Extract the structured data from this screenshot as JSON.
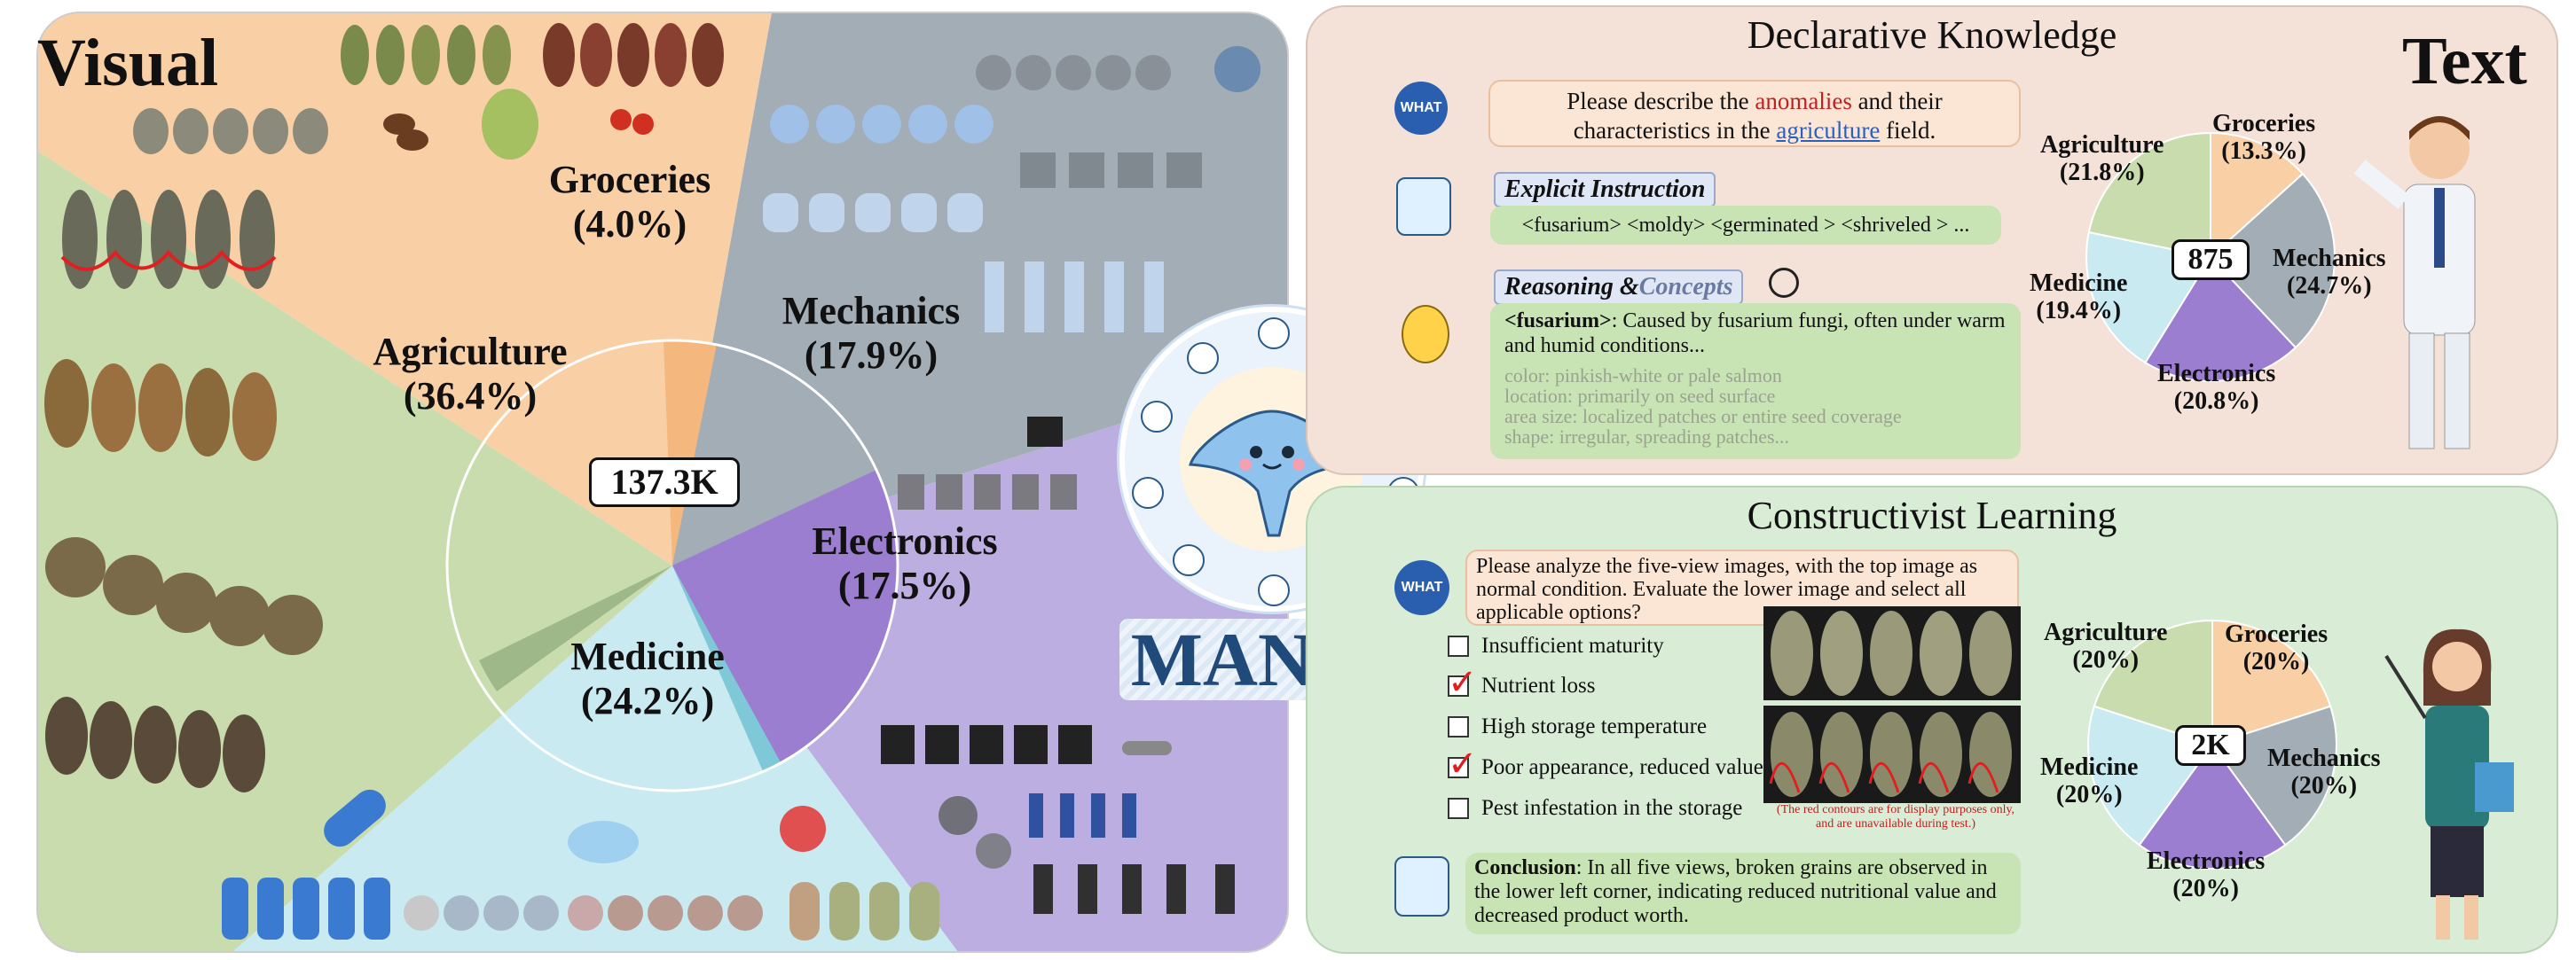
{
  "visual": {
    "title": "Visual",
    "center_label": "137.3K",
    "colors": {
      "agriculture": "#c9dcad",
      "groceries": "#f9cfa6",
      "mechanics": "#a2adb6",
      "electronics": "#bcaee0",
      "medicine": "#c8eaf0",
      "electronics_inner": "#9b7ed0"
    },
    "sectors": [
      {
        "name": "Agriculture",
        "pct": "(36.4%)"
      },
      {
        "name": "Groceries",
        "pct": "(4.0%)"
      },
      {
        "name": "Mechanics",
        "pct": "(17.9%)"
      },
      {
        "name": "Electronics",
        "pct": "(17.5%)"
      },
      {
        "name": "Medicine",
        "pct": "(24.2%)"
      }
    ]
  },
  "brand": {
    "name": "MANTA"
  },
  "text_section": {
    "title": "Text",
    "declarative": {
      "title": "Declarative Knowledge",
      "what_badge": "WHAT",
      "question_pre": "Please describe the ",
      "question_anomalies": "anomalies",
      "question_mid": " and their characteristics in the ",
      "question_field": "agriculture",
      "question_post": " field.",
      "explicit_tag": "Explicit Instruction",
      "explicit_text": "<fusarium>  <moldy> <germinated >  <shriveled > ...",
      "reasoning_tag_a": "Reasoning &",
      "reasoning_tag_b": "Concepts",
      "reasoning_term": "<fusarium>",
      "reasoning_text": ": Caused by fusarium fungi, often under warm and humid conditions...",
      "details": [
        "color: pinkish-white or pale salmon",
        "location: primarily on seed surface",
        "area size: localized patches or entire seed coverage",
        "shape:  irregular, spreading patches..."
      ],
      "center_label": "875",
      "pie": [
        {
          "name": "Agriculture",
          "pct": "(21.8%)",
          "value": 21.8,
          "color": "#c9dcad"
        },
        {
          "name": "Groceries",
          "pct": "(13.3%)",
          "value": 13.3,
          "color": "#f9cfa6"
        },
        {
          "name": "Mechanics",
          "pct": "(24.7%)",
          "value": 24.7,
          "color": "#a2adb6"
        },
        {
          "name": "Electronics",
          "pct": "(20.8%)",
          "value": 20.8,
          "color": "#9b7ed0"
        },
        {
          "name": "Medicine",
          "pct": "(19.4%)",
          "value": 19.4,
          "color": "#c8eaf0"
        }
      ]
    },
    "constructivist": {
      "title": "Constructivist Learning",
      "what_badge": "WHAT",
      "question": "Please analyze the five-view images, with the top image as normal condition. Evaluate the lower image and select all applicable options?",
      "options": [
        {
          "label": "Insufficient maturity",
          "checked": false
        },
        {
          "label": "Nutrient loss",
          "checked": true
        },
        {
          "label": "High storage temperature",
          "checked": false
        },
        {
          "label": "Poor appearance, reduced value",
          "checked": true
        },
        {
          "label": "Pest infestation in the storage",
          "checked": false
        }
      ],
      "footnote": "(The red contours are for display purposes only, and are unavailable  during test.)",
      "conclusion_label": "Conclusion",
      "conclusion_text": ":  In all five views, broken grains are observed in the lower left corner, indicating reduced nutritional value and decreased product worth.",
      "center_label": "2K",
      "pie": [
        {
          "name": "Agriculture",
          "pct": "(20%)",
          "value": 20,
          "color": "#c9dcad"
        },
        {
          "name": "Groceries",
          "pct": "(20%)",
          "value": 20,
          "color": "#f9cfa6"
        },
        {
          "name": "Mechanics",
          "pct": "(20%)",
          "value": 20,
          "color": "#a2adb6"
        },
        {
          "name": "Electronics",
          "pct": "(20%)",
          "value": 20,
          "color": "#9b7ed0"
        },
        {
          "name": "Medicine",
          "pct": "(20%)",
          "value": 20,
          "color": "#c8eaf0"
        }
      ]
    }
  }
}
